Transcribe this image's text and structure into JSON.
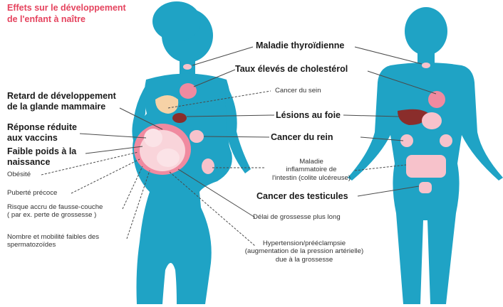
{
  "title": {
    "line1": "Effets sur le développement",
    "line2": "de l'enfant à naître"
  },
  "labels": {
    "thyroid": "Maladie thyroïdienne",
    "cholesterol": "Taux élevés de cholestérol",
    "breast_cancer": "Cancer du sein",
    "mammary": {
      "line1": "Retard de développement",
      "line2": "de la glande mammaire"
    },
    "liver": "Lésions au foie",
    "vaccines": {
      "line1": "Réponse réduite",
      "line2": "aux vaccins"
    },
    "kidney": "Cancer du rein",
    "birth_weight": {
      "line1": "Faible poids à la",
      "line2": "naissance"
    },
    "bowel": {
      "line1": "Maladie",
      "line2": "inflammatoire de",
      "line3": "l'intestin (colite ulcéreuse)"
    },
    "obesity": "Obésité",
    "testicular": "Cancer des testicules",
    "puberty": "Puberté précoce",
    "miscarriage": {
      "line1": "Risque accru de fausse-couche",
      "line2": "( par ex. perte de grossesse )"
    },
    "pregnancy_delay": "Délai de grossesse plus long",
    "sperm": {
      "line1": "Nombre et mobilité faibles des",
      "line2": "spermatozoïdes"
    },
    "hypertension": {
      "line1": "Hypertension/prééclampsie",
      "line2": "(augmentation de la pression artérielle)",
      "line3": "due à la grossesse"
    }
  },
  "colors": {
    "body": "#1fa3c5",
    "title": "#e5435e",
    "organ_pink": "#f08aa0",
    "organ_light_pink": "#f7c2cb",
    "liver": "#8a2d2b",
    "breast": "#f6d2a6",
    "leader": "#4a4a4a"
  }
}
